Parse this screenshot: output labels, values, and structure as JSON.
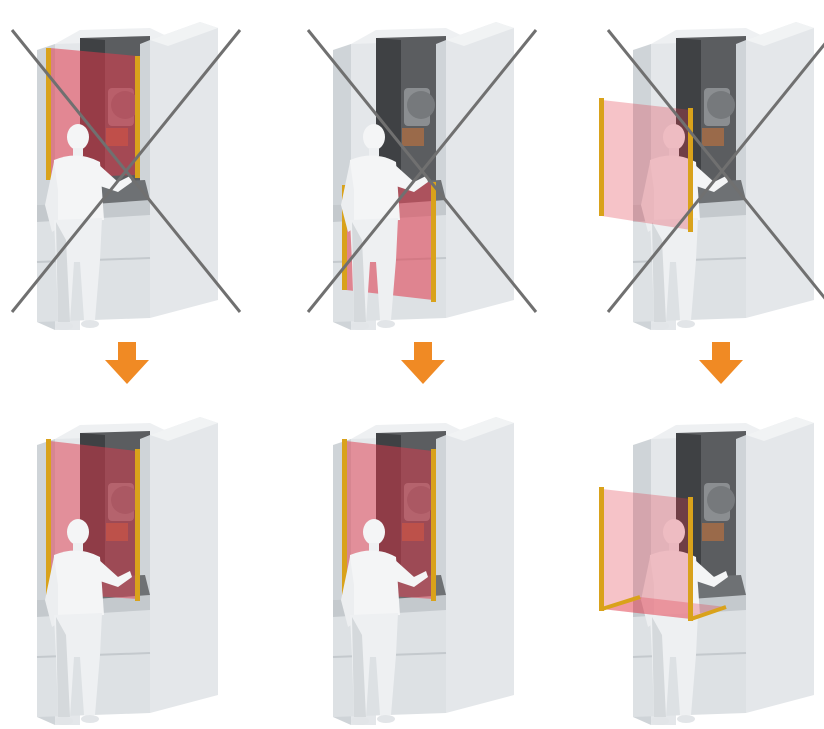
{
  "colors": {
    "background": "#ffffff",
    "machine_light": "#e4e7ea",
    "machine_mid": "#cfd4d8",
    "machine_dark": "#b7bdc2",
    "interior": "#5b5d60",
    "interior_dark": "#3f4144",
    "light_curtain_field": "#e0384a",
    "light_curtain_bar": "#d9a21b",
    "operator": "#f4f5f6",
    "operator_shadow": "#d5d9dc",
    "cross_line": "#707070",
    "arrow": "#f08a24"
  },
  "panels": [
    {
      "id": "wrong-1",
      "status": "incorrect",
      "icon": "cross-icon"
    },
    {
      "id": "wrong-2",
      "status": "incorrect",
      "icon": "cross-icon"
    },
    {
      "id": "wrong-3",
      "status": "incorrect",
      "icon": "cross-icon"
    },
    {
      "id": "right-1",
      "status": "correct",
      "icon": "none"
    },
    {
      "id": "right-2",
      "status": "correct",
      "icon": "none"
    },
    {
      "id": "right-3",
      "status": "correct",
      "icon": "none"
    }
  ],
  "arrows": [
    {
      "icon": "arrow-down-icon"
    },
    {
      "icon": "arrow-down-icon"
    },
    {
      "icon": "arrow-down-icon"
    }
  ]
}
